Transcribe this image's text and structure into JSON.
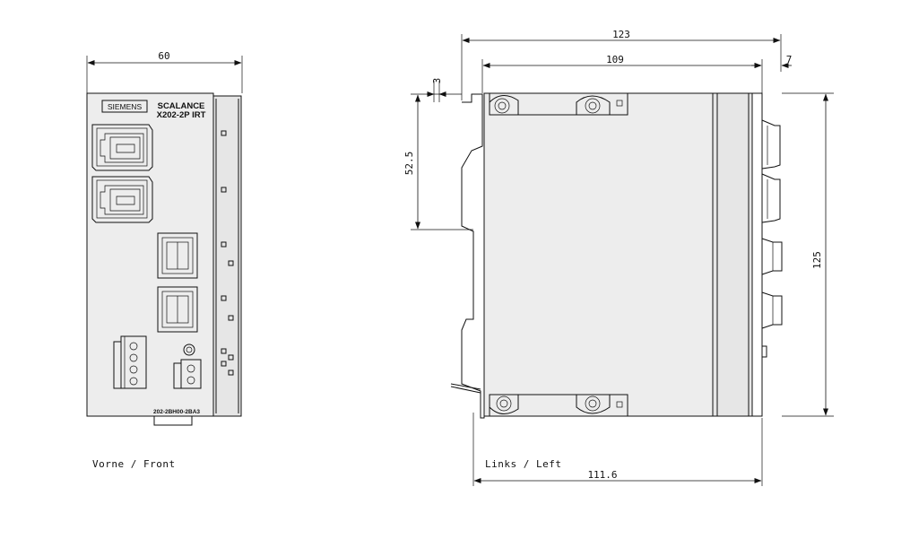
{
  "device": {
    "brand": "SIEMENS",
    "product_line": "SCALANCE",
    "model": "X202-2P IRT",
    "order_code": "202-2BH00-2BA3"
  },
  "views": {
    "front_caption": "Vorne / Front",
    "left_caption": "Links / Left"
  },
  "dimensions": {
    "front_width": "60",
    "overall_depth": "123",
    "body_depth": "109",
    "connector_depth": "7",
    "rail_offset": "3",
    "rail_height": "52.5",
    "height": "125",
    "base_depth": "111.6"
  },
  "colors": {
    "line": "#111111",
    "housing": "#ededed"
  }
}
